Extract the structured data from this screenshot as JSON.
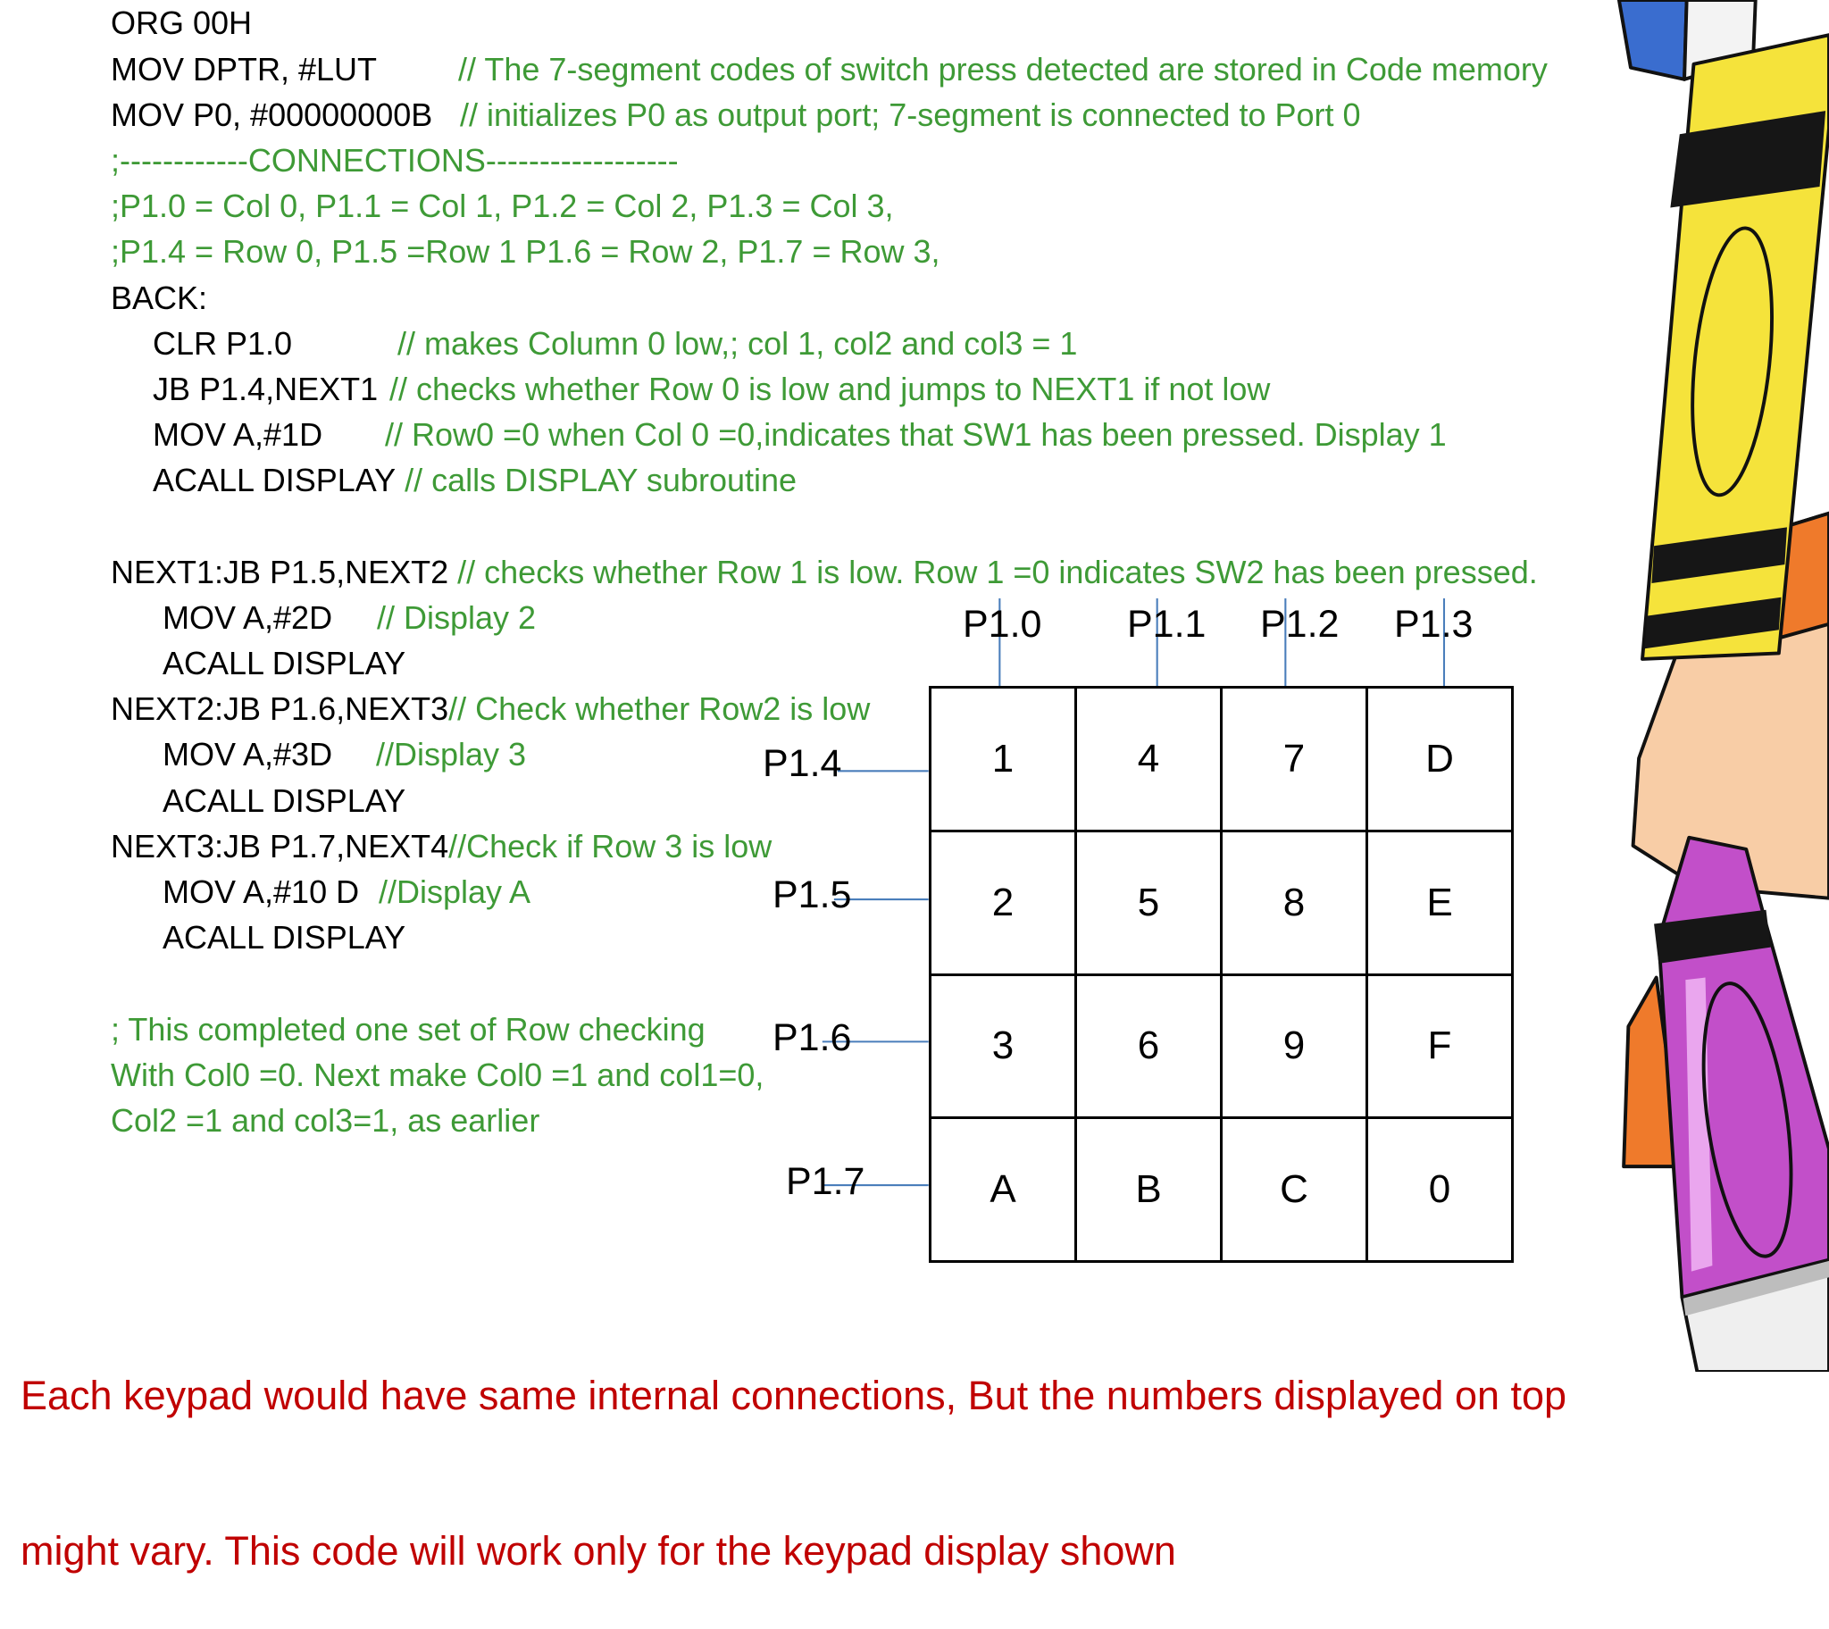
{
  "slide": {
    "code_lines": [
      {
        "code": "ORG 00H"
      },
      {
        "code": "MOV DPTR, #LUT",
        "comment": "// The 7-segment codes of switch press detected are stored in Code memory"
      },
      {
        "code": "MOV P0, #00000000B",
        "comment": "// initializes P0 as output port; 7-segment is connected to Port 0"
      },
      {
        "comment": ";------------CONNECTIONS------------------"
      },
      {
        "comment": ";P1.0 = Col 0, P1.1 = Col 1, P1.2 = Col 2, P1.3 = Col 3,"
      },
      {
        "comment": ";P1.4 = Row 0, P1.5 =Row 1 P1.6 = Row 2, P1.7 = Row 3,"
      },
      {
        "code": "BACK:"
      },
      {
        "code": "CLR P1.0",
        "comment": "// makes Column 0 low,; col 1, col2 and col3 = 1"
      },
      {
        "code": "JB P1.4,NEXT1",
        "comment": "// checks whether Row 0 is low and jumps to NEXT1 if not low"
      },
      {
        "code": "MOV A,#1D",
        "comment": "// Row0 =0 when Col 0 =0,indicates that SW1 has been pressed. Display 1"
      },
      {
        "code": "ACALL DISPLAY",
        "comment": "// calls DISPLAY subroutine"
      },
      {
        "code": "NEXT1:JB P1.5,NEXT2",
        "comment": "// checks whether Row 1 is low. Row 1 =0 indicates SW2 has been pressed."
      },
      {
        "code": "MOV A,#2D",
        "comment": "// Display 2"
      },
      {
        "code": "ACALL DISPLAY"
      },
      {
        "code": "NEXT2:JB P1.6,NEXT3",
        "comment": "// Check whether Row2 is low"
      },
      {
        "code": "MOV A,#3D",
        "comment": "//Display 3"
      },
      {
        "code": "ACALL DISPLAY"
      },
      {
        "code": "NEXT3:JB P1.7,NEXT4",
        "comment": "//Check if Row 3 is low"
      },
      {
        "code": "MOV A,#10 D",
        "comment": "//Display A"
      },
      {
        "code": "ACALL DISPLAY"
      }
    ],
    "note_lines": [
      "; This completed one set of Row checking",
      "With Col0 =0. Next make Col0 =1 and col1=0,",
      "Col2 =1 and col3=1, as earlier"
    ],
    "footer_lines": [
      "Each keypad would have same internal connections, But the numbers displayed on top",
      "might vary. This code will work only for the keypad display shown"
    ]
  },
  "keypad": {
    "column_pins": [
      "P1.0",
      "P1.1",
      "P1.2",
      "P1.3"
    ],
    "row_pins": [
      "P1.4",
      "P1.5",
      "P1.6",
      "P1.7"
    ],
    "keys": [
      [
        "1",
        "4",
        "7",
        "D"
      ],
      [
        "2",
        "5",
        "8",
        "E"
      ],
      [
        "3",
        "6",
        "9",
        "F"
      ],
      [
        "A",
        "B",
        "C",
        "0"
      ]
    ]
  },
  "colors": {
    "code": "#000000",
    "comment": "#3e9a36",
    "footer": "#c00000",
    "wire": "#4a7ebb",
    "grid": "#000000"
  },
  "icons": {
    "decoration": "crayons-illustration"
  }
}
